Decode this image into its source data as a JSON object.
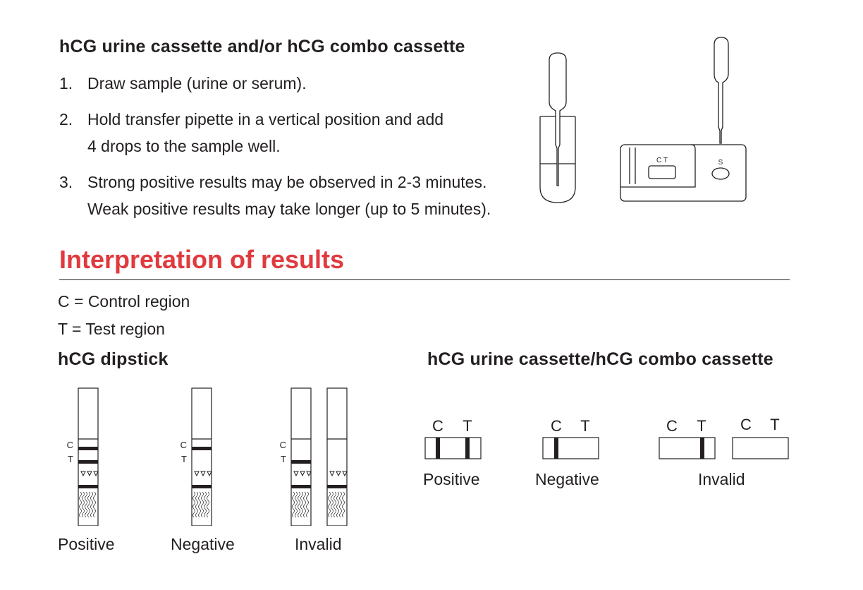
{
  "procedure": {
    "heading": "hCG urine cassette and/or hCG combo cassette",
    "steps": [
      {
        "num": "1.",
        "lines": [
          "Draw sample (urine or serum)."
        ]
      },
      {
        "num": "2.",
        "lines": [
          "Hold transfer pipette in a vertical position and add",
          "4 drops to the sample well."
        ]
      },
      {
        "num": "3.",
        "lines": [
          "Strong positive results may be observed in 2-3 minutes.",
          "Weak positive results may take longer (up to 5 minutes)."
        ]
      }
    ],
    "illustration": {
      "cassette_window_label": "C T",
      "sample_well_label": "S"
    }
  },
  "interpretation": {
    "title": "Interpretation of results",
    "title_color": "#e03a3e",
    "legend": [
      "C = Control region",
      "T = Test region"
    ]
  },
  "dipstick": {
    "heading": "hCG dipstick",
    "c_mark": "C",
    "t_mark": "T",
    "results": [
      "Positive",
      "Negative",
      "Invalid"
    ]
  },
  "cassette_results": {
    "heading": "hCG urine cassette/hCG combo cassette",
    "c_mark": "C",
    "t_mark": "T",
    "results": [
      "Positive",
      "Negative",
      "Invalid"
    ]
  }
}
